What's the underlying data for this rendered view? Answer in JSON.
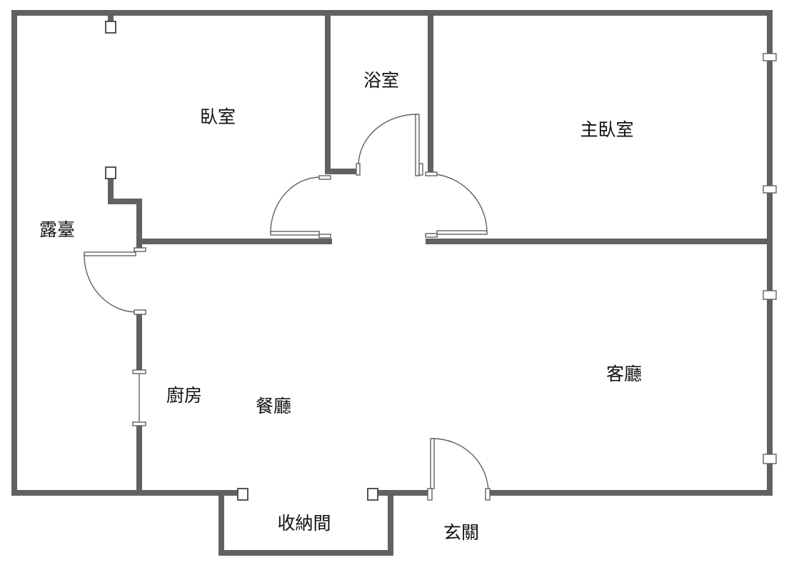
{
  "rooms": {
    "bedroom": "臥室",
    "bathroom": "浴室",
    "master_bedroom": "主臥室",
    "balcony": "露臺",
    "kitchen": "廚房",
    "dining_room": "餐廳",
    "living_room": "客廳",
    "storage": "收納間",
    "entrance": "玄關"
  },
  "colors": {
    "wall": "#616161",
    "background": "#ffffff",
    "text": "#111111"
  }
}
